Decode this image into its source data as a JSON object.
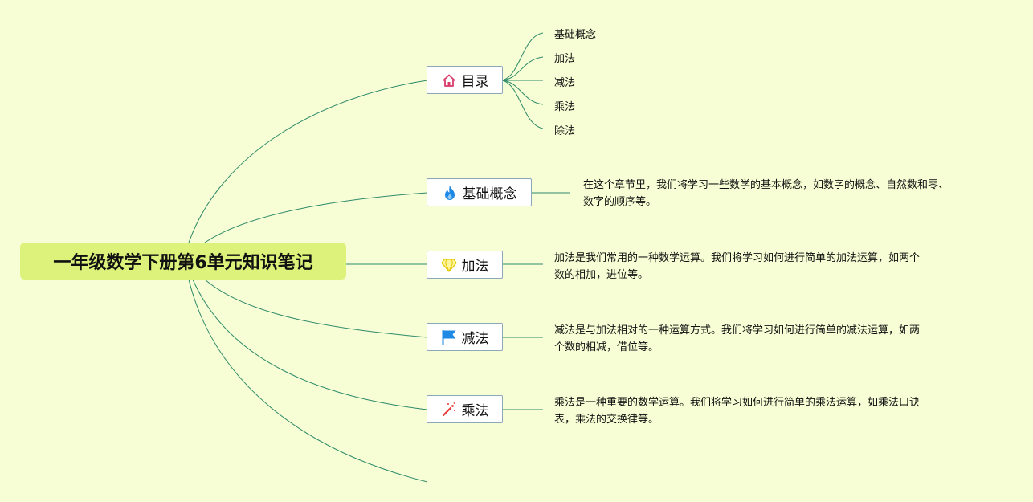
{
  "root": {
    "title": "一年级数学下册第6单元知识笔记"
  },
  "branches": [
    {
      "label": "目录",
      "icon": "home-icon"
    },
    {
      "label": "基础概念",
      "icon": "flame-icon"
    },
    {
      "label": "加法",
      "icon": "diamond-icon"
    },
    {
      "label": "减法",
      "icon": "flag-icon"
    },
    {
      "label": "乘法",
      "icon": "magic-wand-icon"
    }
  ],
  "toc": {
    "items": [
      "基础概念",
      "加法",
      "减法",
      "乘法",
      "除法"
    ]
  },
  "descriptions": {
    "basics": [
      "在这个章节里，我们将学习一些数学的基本概念，如数字的概念、自然数和零、",
      "数字的顺序等。"
    ],
    "addition": [
      "加法是我们常用的一种数学运算。我们将学习如何进行简单的加法运算，如两个",
      "数的相加，进位等。"
    ],
    "subtraction": [
      "减法是与加法相对的一种运算方式。我们将学习如何进行简单的减法运算，如两",
      "个数的相减，借位等。"
    ],
    "multiplication": [
      "乘法是一种重要的数学运算。我们将学习如何进行简单的乘法运算，如乘法口诀",
      "表，乘法的交换律等。"
    ]
  },
  "colors": {
    "background": "#f7fdd4",
    "root_fill": "#ddf27a",
    "connector": "#2e8b6a",
    "node_border": "#8aa8b6"
  }
}
